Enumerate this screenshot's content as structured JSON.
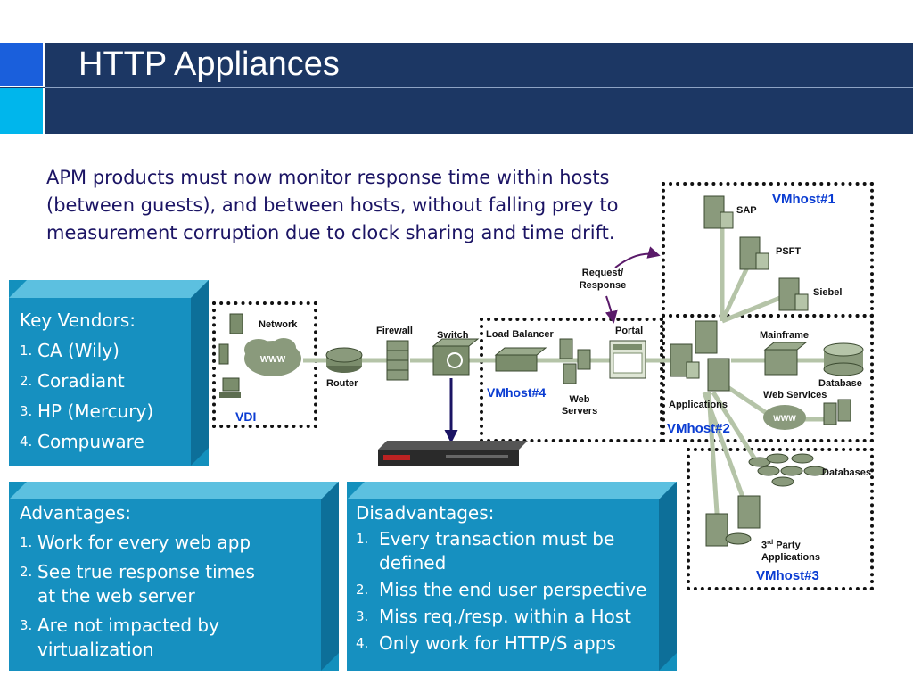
{
  "header": {
    "title": "HTTP Appliances"
  },
  "intro": "APM products must now monitor response time within hosts (between guests), and between hosts, without falling prey to measurement corruption due to clock sharing and time drift.",
  "vendors": {
    "heading": "Key Vendors:",
    "items": [
      {
        "num": "1.",
        "text": "CA (Wily)"
      },
      {
        "num": "2.",
        "text": "Coradiant"
      },
      {
        "num": "3.",
        "text": "HP (Mercury)"
      },
      {
        "num": "4.",
        "text": "Compuware"
      }
    ]
  },
  "advantages": {
    "heading": "Advantages:",
    "items": [
      {
        "num": "1.",
        "text": "Work for every web app"
      },
      {
        "num": "2.",
        "text": "See true response times at the web server"
      },
      {
        "num": "3.",
        "text": "Are not impacted by virtualization"
      }
    ]
  },
  "disadvantages": {
    "heading": "Disadvantages:",
    "items": [
      {
        "num": "1.",
        "text": "Every transaction must be defined"
      },
      {
        "num": "2.",
        "text": "Miss the end user perspective"
      },
      {
        "num": "3.",
        "text": "Miss req./resp. within a Host"
      },
      {
        "num": "4.",
        "text": "Only work for HTTP/S apps"
      }
    ]
  },
  "diagram": {
    "network": "Network",
    "www": "WWW",
    "vdi": "VDI",
    "router": "Router",
    "firewall": "Firewall",
    "switch": "Switch",
    "load_balancer": "Load Balancer",
    "portal": "Portal",
    "web_servers": "Web Servers",
    "vmhost4": "VMhost#4",
    "request_response": "Request/ Response",
    "vmhost1": "VMhost#1",
    "sap": "SAP",
    "psft": "PSFT",
    "siebel": "Siebel",
    "mainframe": "Mainframe",
    "database": "Database",
    "web_services": "Web Services",
    "applications": "Applications",
    "vmhost2": "VMhost#2",
    "databases": "Databases",
    "third_party_num": "3",
    "third_party_sup": "rd",
    "third_party_rest": "Party Applications",
    "vmhost3": "VMhost#3"
  },
  "colors": {
    "header_bg": "#1c3764",
    "accent_blue": "#1a5fdc",
    "accent_cyan": "#00b6ec",
    "panel": "#1690c0",
    "intro_text": "#1b1464",
    "vmhost_label": "#0a3cd2",
    "arrow": "#1b1464",
    "connector": "#b5c4a8"
  }
}
